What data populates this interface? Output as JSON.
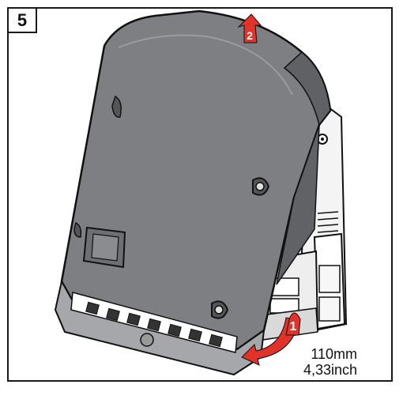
{
  "step_number": "5",
  "arrow_labels": {
    "first": "1",
    "second": "2"
  },
  "dimension": {
    "metric": "110mm",
    "imperial": "4,33inch"
  },
  "colors": {
    "arrow_red": "#e2332b",
    "body_gray": "#7d7f82",
    "outline": "#111111"
  }
}
